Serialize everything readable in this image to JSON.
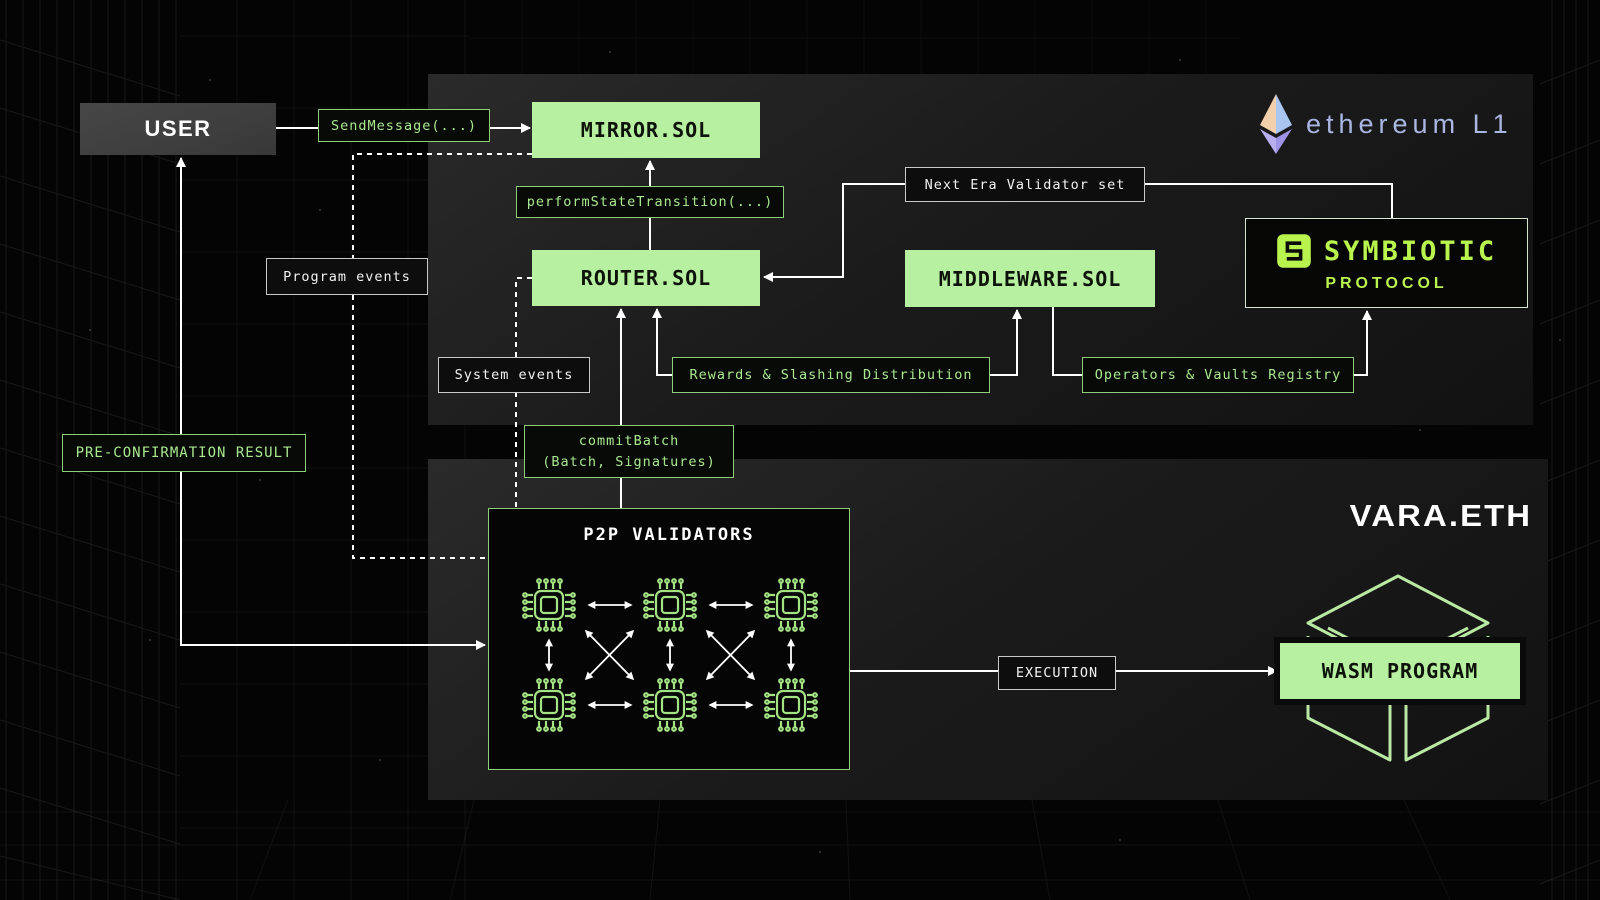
{
  "panels": {
    "ethereum_l1": {
      "logo_text": "ethereum L1"
    },
    "vara_eth": {
      "logo_text": "VARA.ETH"
    }
  },
  "nodes": {
    "user": {
      "label": "USER"
    },
    "mirror": {
      "label": "MIRROR.SOL"
    },
    "router": {
      "label": "ROUTER.SOL"
    },
    "middleware": {
      "label": "MIDDLEWARE.SOL"
    },
    "p2p": {
      "label": "P2P VALIDATORS"
    },
    "wasm": {
      "label": "WASM PROGRAM"
    },
    "symbiotic": {
      "brand": "SYMBIOTIC",
      "sub": "PROTOCOL"
    }
  },
  "edge_labels": {
    "send_message": "SendMessage(...)",
    "perform_state_transition": "performStateTransition(...)",
    "next_era_validator_set": "Next Era Validator set",
    "program_events": "Program events",
    "system_events": "System events",
    "rewards_slashing": "Rewards & Slashing Distribution",
    "operators_vaults": "Operators & Vaults Registry",
    "commit_batch_line1": "commitBatch",
    "commit_batch_line2": "(Batch, Signatures)",
    "pre_confirmation_result": "PRE-CONFIRMATION RESULT",
    "execution": "EXECUTION"
  },
  "icons": {
    "ethereum": "ethereum-diamond-icon",
    "symbiotic": "symbiotic-s-icon",
    "chip": "cpu-chip-icon",
    "vara_cube": "vara-cube-icon"
  },
  "colors": {
    "accent-green": "#b7f0a0",
    "lime": "#b9f44e",
    "green-border": "#8fce78",
    "green-text": "#a9e88f",
    "eth-blue": "#a9b6e2",
    "line-white": "#ffffff",
    "panel-dark": "#1d1d1d",
    "user-gray": "#3e3e3e"
  }
}
